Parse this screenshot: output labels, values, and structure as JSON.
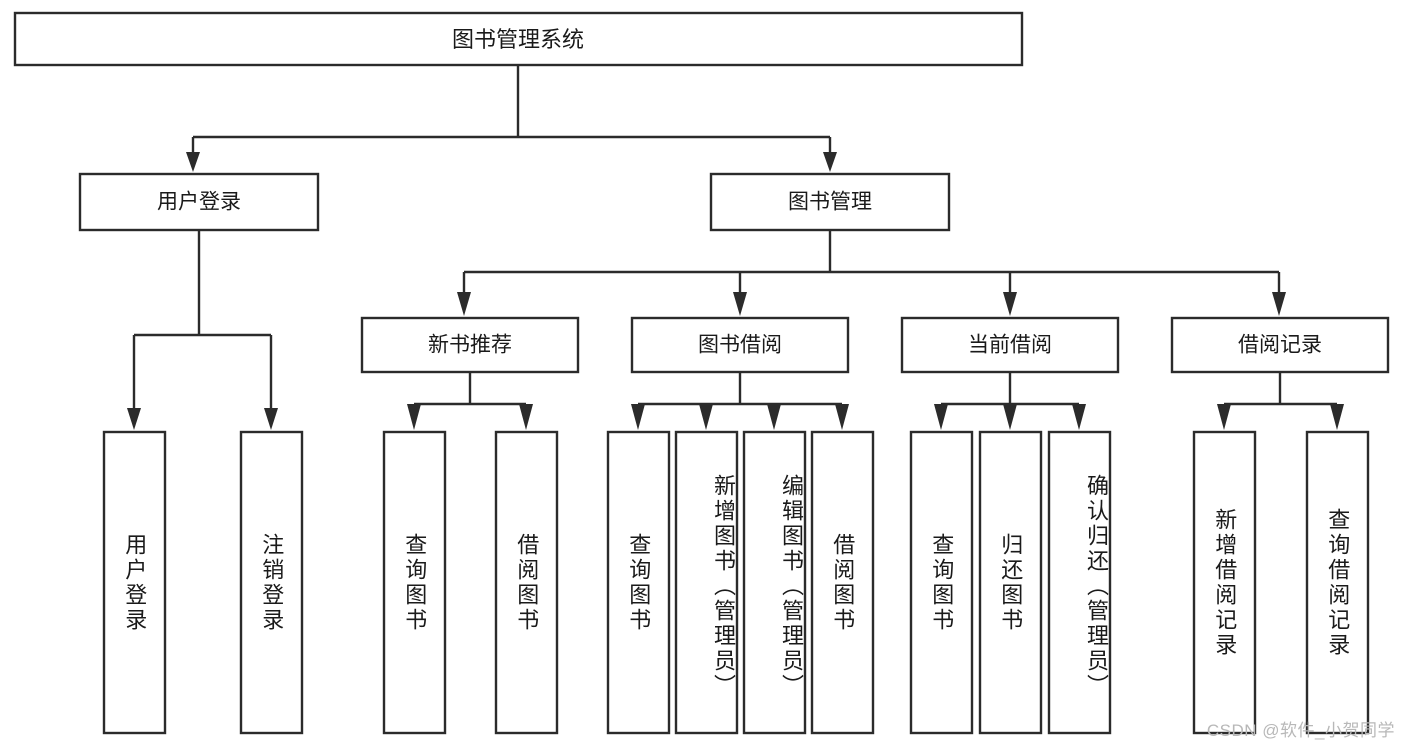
{
  "diagram": {
    "title": "图书管理系统",
    "type": "tree-hierarchy-chart",
    "root": {
      "label": "图书管理系统"
    },
    "level2": [
      {
        "label": "用户登录"
      },
      {
        "label": "图书管理"
      }
    ],
    "level3": [
      {
        "label": "新书推荐"
      },
      {
        "label": "图书借阅"
      },
      {
        "label": "当前借阅"
      },
      {
        "label": "借阅记录"
      }
    ],
    "leaves": {
      "user_login": [
        {
          "label": "用户登录"
        },
        {
          "label": "注销登录"
        }
      ],
      "new_book_recommend": [
        {
          "label": "查询图书"
        },
        {
          "label": "借阅图书"
        }
      ],
      "book_borrow": [
        {
          "label": "查询图书"
        },
        {
          "label": "新增图书（管理员）"
        },
        {
          "label": "编辑图书（管理员）"
        },
        {
          "label": "借阅图书"
        }
      ],
      "current_borrow": [
        {
          "label": "查询图书"
        },
        {
          "label": "归还图书"
        },
        {
          "label": "确认归还（管理员）"
        }
      ],
      "borrow_record": [
        {
          "label": "新增借阅记录"
        },
        {
          "label": "查询借阅记录"
        }
      ]
    }
  },
  "watermark": {
    "text": "CSDN @软件_小贺同学"
  },
  "colors": {
    "stroke": "#2b2b2b",
    "fill": "#ffffff",
    "text": "#1a1a1a",
    "watermark": "#b8b8b8"
  }
}
